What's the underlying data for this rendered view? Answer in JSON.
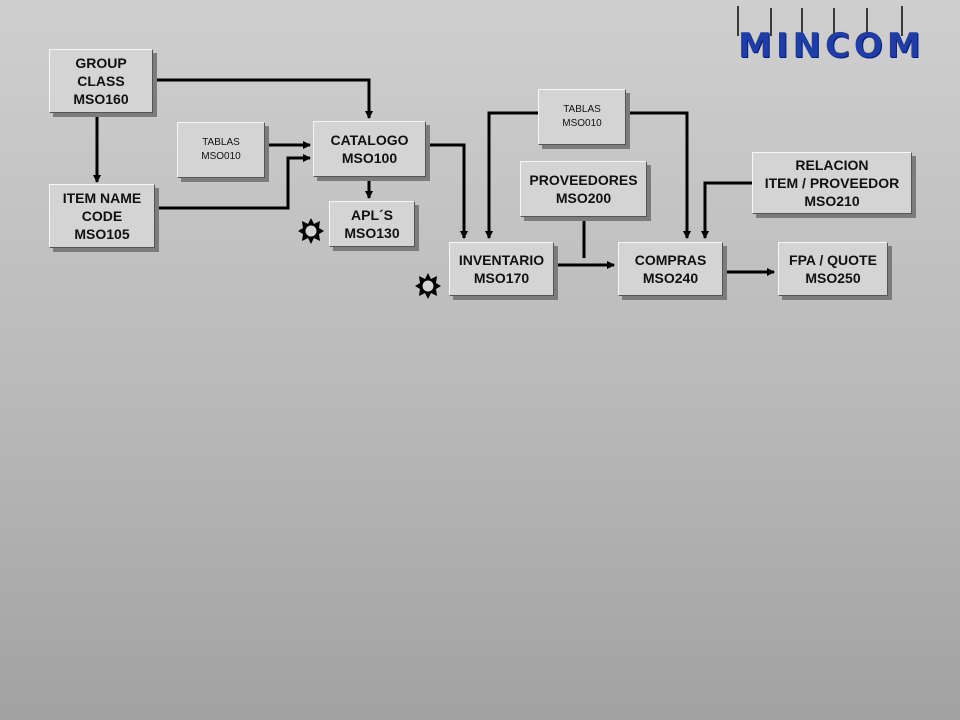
{
  "logo": {
    "text": "MINCOM",
    "color": "#1f3da8"
  },
  "boxes": {
    "group_class": "GROUP\nCLASS\nMSO160",
    "item_name_code": "ITEM NAME\nCODE\nMSO105",
    "tablas_left": "TABLAS\nMSO010",
    "catalogo": "CATALOGO\nMSO100",
    "apls": "APL´S\nMSO130",
    "tablas_top": "TABLAS\nMSO010",
    "proveedores": "PROVEEDORES\nMSO200",
    "relacion": "RELACION\nITEM / PROVEEDOR\nMSO210",
    "inventario": "INVENTARIO\nMSO170",
    "compras": "COMPRAS\nMSO240",
    "fpa_quote": "FPA / QUOTE\nMSO250"
  },
  "icons": [
    "starburst-icon",
    "starburst-icon"
  ]
}
